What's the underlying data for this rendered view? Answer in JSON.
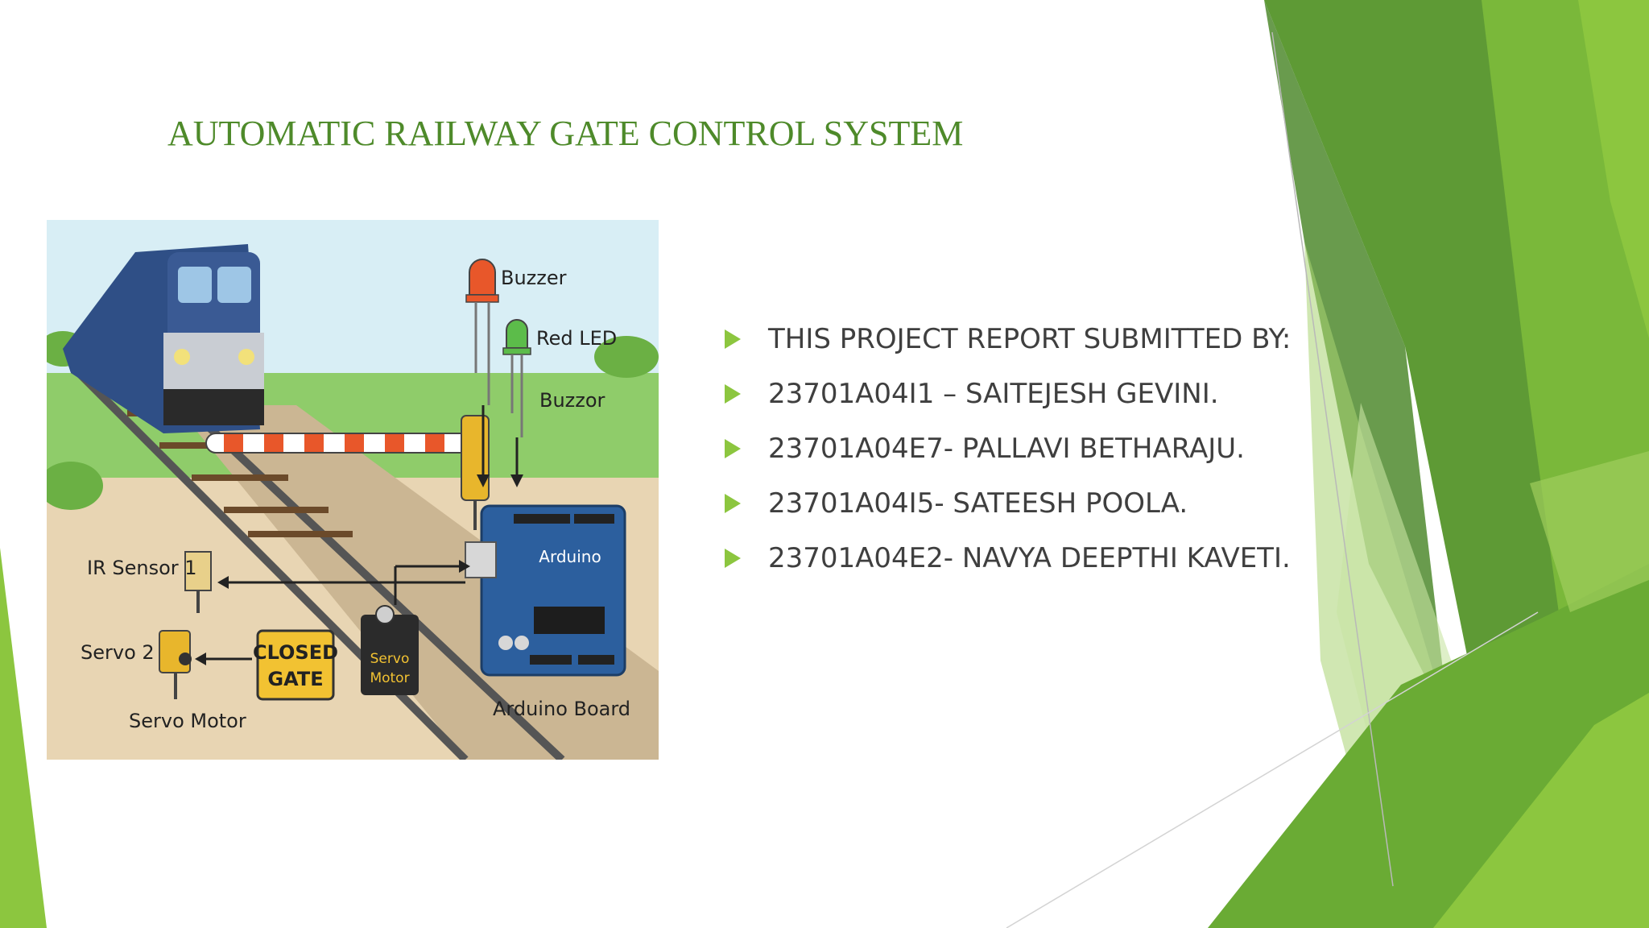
{
  "slide": {
    "title": "AUTOMATIC RAILWAY GATE CONTROL SYSTEM",
    "accent_color": "#8cc63f",
    "title_color": "#4e8a2a"
  },
  "figure": {
    "labels": {
      "buzzer": "Buzzer",
      "red_led": "Red LED",
      "buzzor": "Buzzor",
      "ir_sensor": "IR Sensor 1",
      "servo2": "Servo 2",
      "servo_motor_bottom": "Servo Motor",
      "closed_gate_line1": "CLOSED",
      "closed_gate_line2": "GATE",
      "servo_box_line1": "Servo",
      "servo_box_line2": "Motor",
      "arduino_chip": "Arduino",
      "arduino_board": "Arduino Board"
    }
  },
  "bullets": [
    "THIS PROJECT REPORT SUBMITTED BY:",
    "23701A04I1 – SAITEJESH GEVINI.",
    "23701A04E7- PALLAVI BETHARAJU.",
    "23701A04I5-  SATEESH POOLA.",
    "23701A04E2-  NAVYA DEEPTHI KAVETI."
  ]
}
